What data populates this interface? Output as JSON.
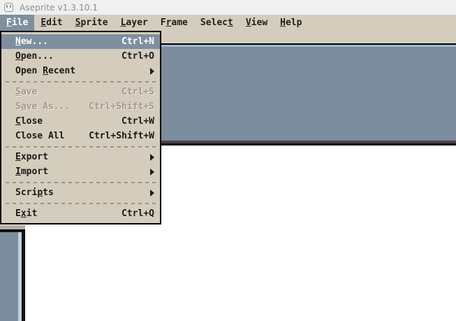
{
  "window": {
    "title": "Aseprite v1.3.10.1",
    "icon": "aseprite-logo-icon"
  },
  "colors": {
    "chrome": "#d4cdbe",
    "accent": "#7e90a0",
    "canvas_panel": "#7b8d9e",
    "titlebar": "#f0f0f0",
    "disabled_text": "#a39a8d",
    "text": "#1b1b18"
  },
  "menubar": {
    "items": [
      {
        "label": "File",
        "mnemonic": "F",
        "active": true
      },
      {
        "label": "Edit",
        "mnemonic": "E",
        "active": false
      },
      {
        "label": "Sprite",
        "mnemonic": "S",
        "active": false
      },
      {
        "label": "Layer",
        "mnemonic": "L",
        "active": false
      },
      {
        "label": "Frame",
        "mnemonic": "r",
        "active": false
      },
      {
        "label": "Select",
        "mnemonic": "t",
        "active": false
      },
      {
        "label": "View",
        "mnemonic": "V",
        "active": false
      },
      {
        "label": "Help",
        "mnemonic": "H",
        "active": false
      }
    ]
  },
  "file_menu": {
    "open": true,
    "items": [
      {
        "type": "item",
        "label": "New...",
        "mnemonic": "N",
        "accel": "Ctrl+N",
        "enabled": true,
        "highlighted": true,
        "submenu": false,
        "name": "menu-item-new"
      },
      {
        "type": "item",
        "label": "Open...",
        "mnemonic": "O",
        "accel": "Ctrl+O",
        "enabled": true,
        "highlighted": false,
        "submenu": false,
        "name": "menu-item-open"
      },
      {
        "type": "item",
        "label": "Open Recent",
        "mnemonic": "R",
        "accel": "",
        "enabled": true,
        "highlighted": false,
        "submenu": true,
        "name": "menu-item-open-recent"
      },
      {
        "type": "separator",
        "name": "menu-separator-1"
      },
      {
        "type": "item",
        "label": "Save",
        "mnemonic": "S",
        "accel": "Ctrl+S",
        "enabled": false,
        "highlighted": false,
        "submenu": false,
        "name": "menu-item-save"
      },
      {
        "type": "item",
        "label": "Save As...",
        "mnemonic": "a",
        "accel": "Ctrl+Shift+S",
        "enabled": false,
        "highlighted": false,
        "submenu": false,
        "name": "menu-item-save-as"
      },
      {
        "type": "item",
        "label": "Close",
        "mnemonic": "C",
        "accel": "Ctrl+W",
        "enabled": true,
        "highlighted": false,
        "submenu": false,
        "name": "menu-item-close"
      },
      {
        "type": "item",
        "label": "Close All",
        "mnemonic": "",
        "accel": "Ctrl+Shift+W",
        "enabled": true,
        "highlighted": false,
        "submenu": false,
        "name": "menu-item-close-all"
      },
      {
        "type": "separator",
        "name": "menu-separator-2"
      },
      {
        "type": "item",
        "label": "Export",
        "mnemonic": "E",
        "accel": "",
        "enabled": true,
        "highlighted": false,
        "submenu": true,
        "name": "menu-item-export"
      },
      {
        "type": "item",
        "label": "Import",
        "mnemonic": "I",
        "accel": "",
        "enabled": true,
        "highlighted": false,
        "submenu": true,
        "name": "menu-item-import"
      },
      {
        "type": "separator",
        "name": "menu-separator-3"
      },
      {
        "type": "item",
        "label": "Scripts",
        "mnemonic": "p",
        "accel": "",
        "enabled": true,
        "highlighted": false,
        "submenu": true,
        "name": "menu-item-scripts"
      },
      {
        "type": "separator",
        "name": "menu-separator-4"
      },
      {
        "type": "item",
        "label": "Exit",
        "mnemonic": "x",
        "accel": "Ctrl+Q",
        "enabled": true,
        "highlighted": false,
        "submenu": false,
        "name": "menu-item-exit"
      }
    ]
  },
  "workspace": {
    "editor_panel_label": "",
    "toolbar_strip_label": ""
  }
}
